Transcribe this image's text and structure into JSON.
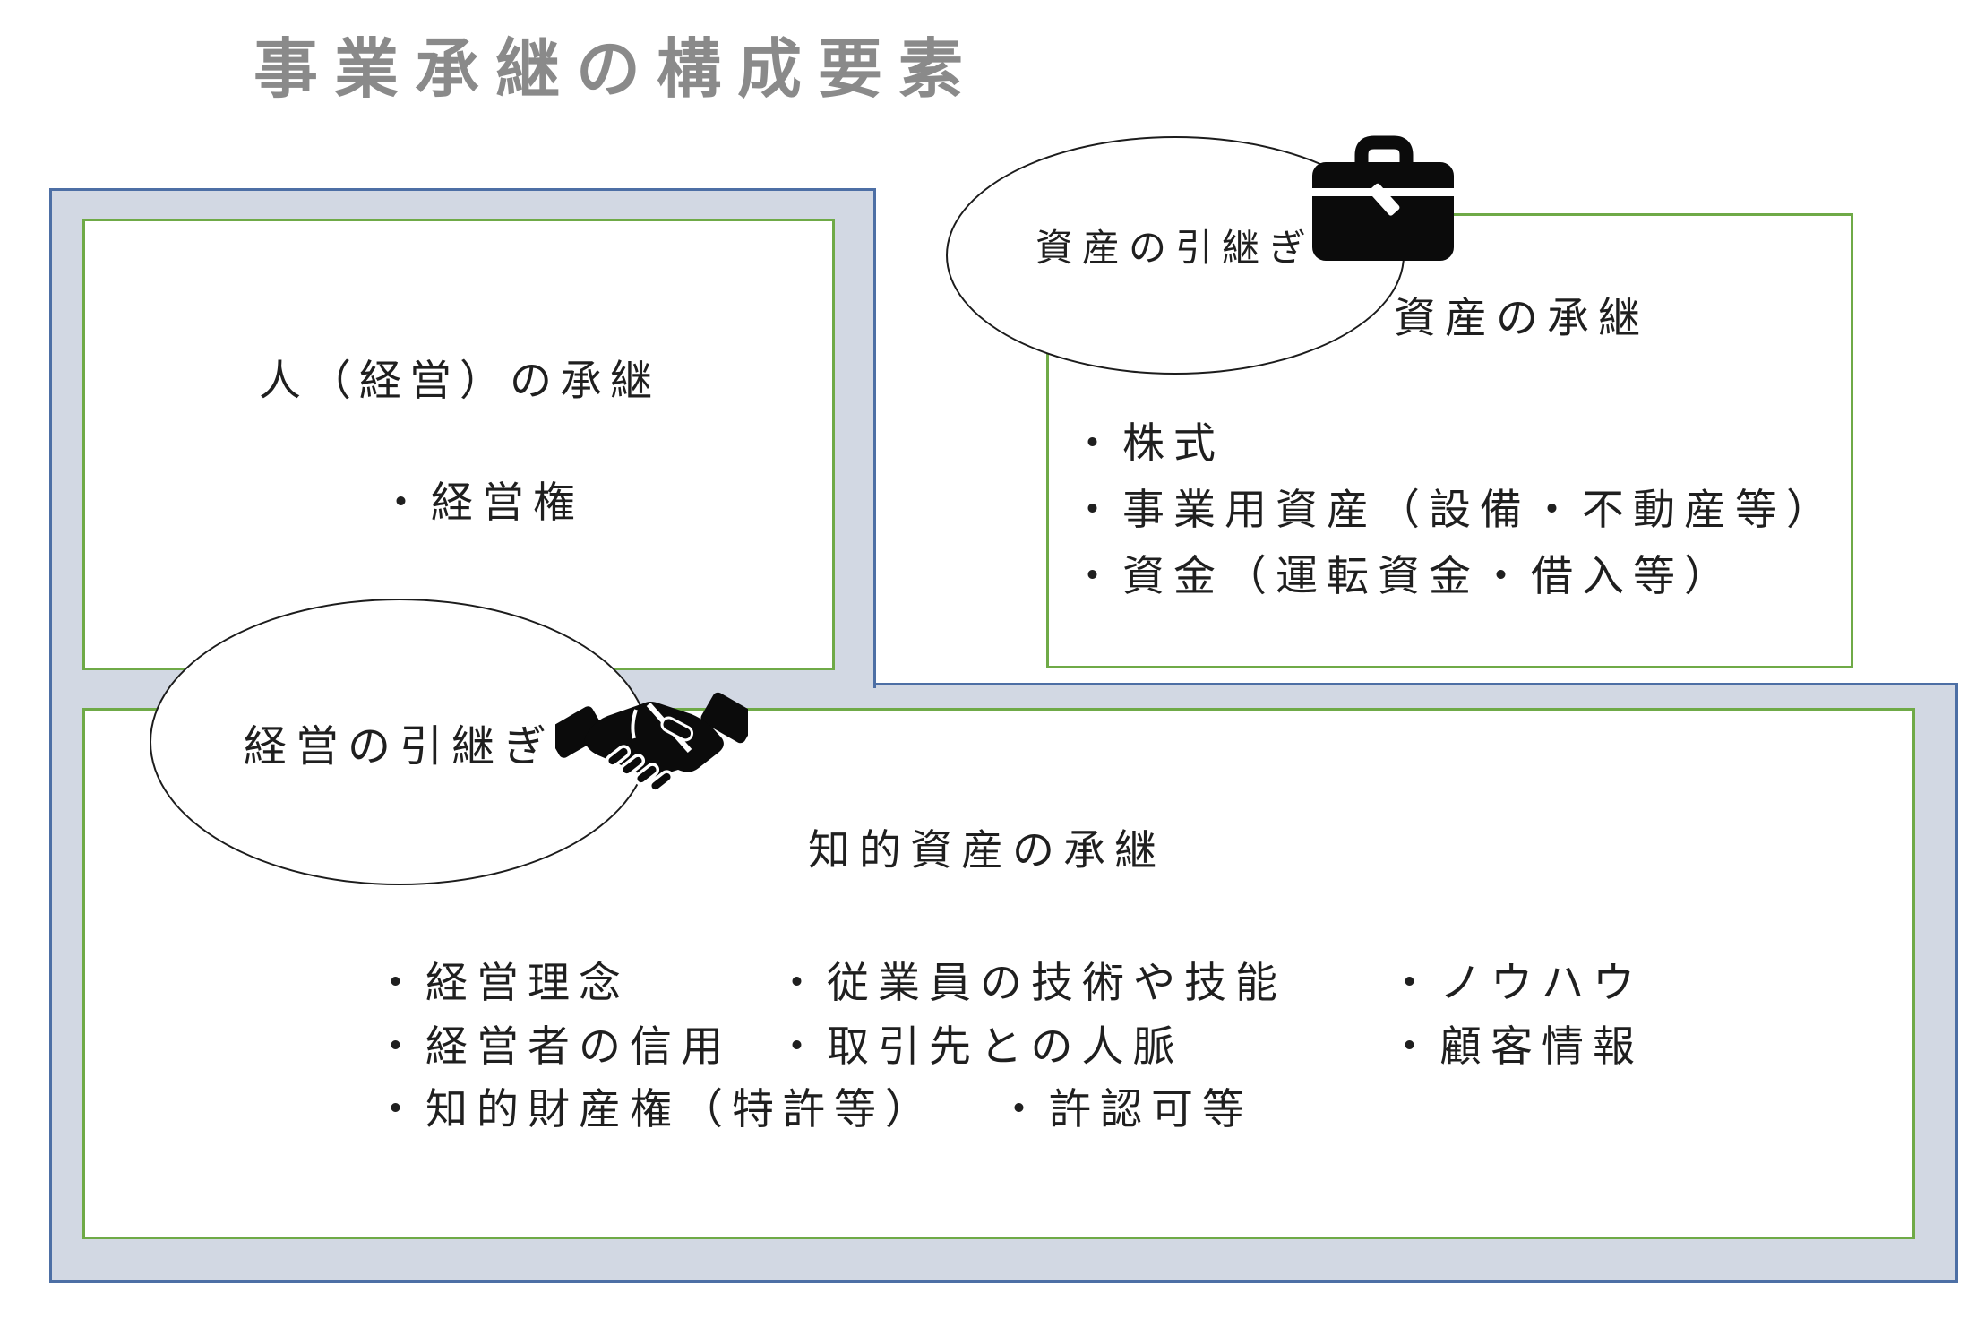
{
  "page": {
    "title": "事業承継の構成要素"
  },
  "people_box": {
    "heading": "人（経営）の承継",
    "bullets": [
      "・経営権"
    ]
  },
  "asset_box": {
    "heading": "資産の承継",
    "bullets": [
      "・株式",
      "・事業用資産（設備・不動産等）",
      "・資金（運転資金・借入等）"
    ]
  },
  "intellectual_box": {
    "heading": "知的資産の承継",
    "rows": [
      [
        "・経営理念",
        "・従業員の技術や技能",
        "・ノウハウ"
      ],
      [
        "・経営者の信用",
        "・取引先との人脈",
        "・顧客情報"
      ],
      [
        "・知的財産権（特許等）",
        "・許認可等"
      ]
    ]
  },
  "callouts": {
    "asset_handover": "資産の引継ぎ",
    "management_handover": "経営の引継ぎ"
  },
  "icons": [
    {
      "name": "briefcase-icon"
    },
    {
      "name": "handshake-icon"
    }
  ],
  "colors": {
    "outer_border": "#4d6fa5",
    "outer_fill": "#d2d8e3",
    "green_border": "#6faa47",
    "title_gray": "#8a8a8a",
    "text": "#1f1f1f",
    "icon_black": "#0b0b0b"
  }
}
